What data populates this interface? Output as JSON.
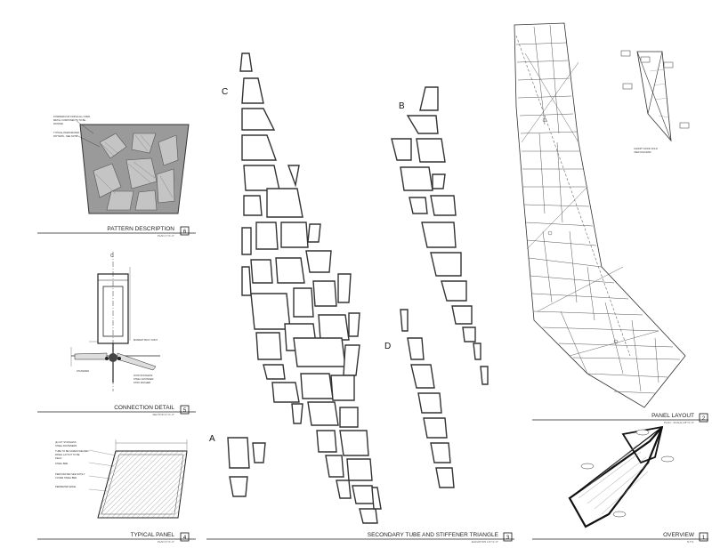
{
  "sheets": [
    {
      "title": "PATTERN DESCRIPTION",
      "number": "6"
    },
    {
      "title": "CONNECTION DETAIL",
      "number": "5"
    },
    {
      "title": "TYPICAL PANEL",
      "number": "4"
    },
    {
      "title": "SECONDARY TUBE AND STIFFENER TRIANGLE",
      "number": "3"
    },
    {
      "title": "PANEL LAYOUT",
      "number": "2"
    },
    {
      "title": "OVERVIEW",
      "number": "1"
    }
  ],
  "group_labels": [
    "A",
    "B",
    "C",
    "D"
  ],
  "connection_marker": "C"
}
